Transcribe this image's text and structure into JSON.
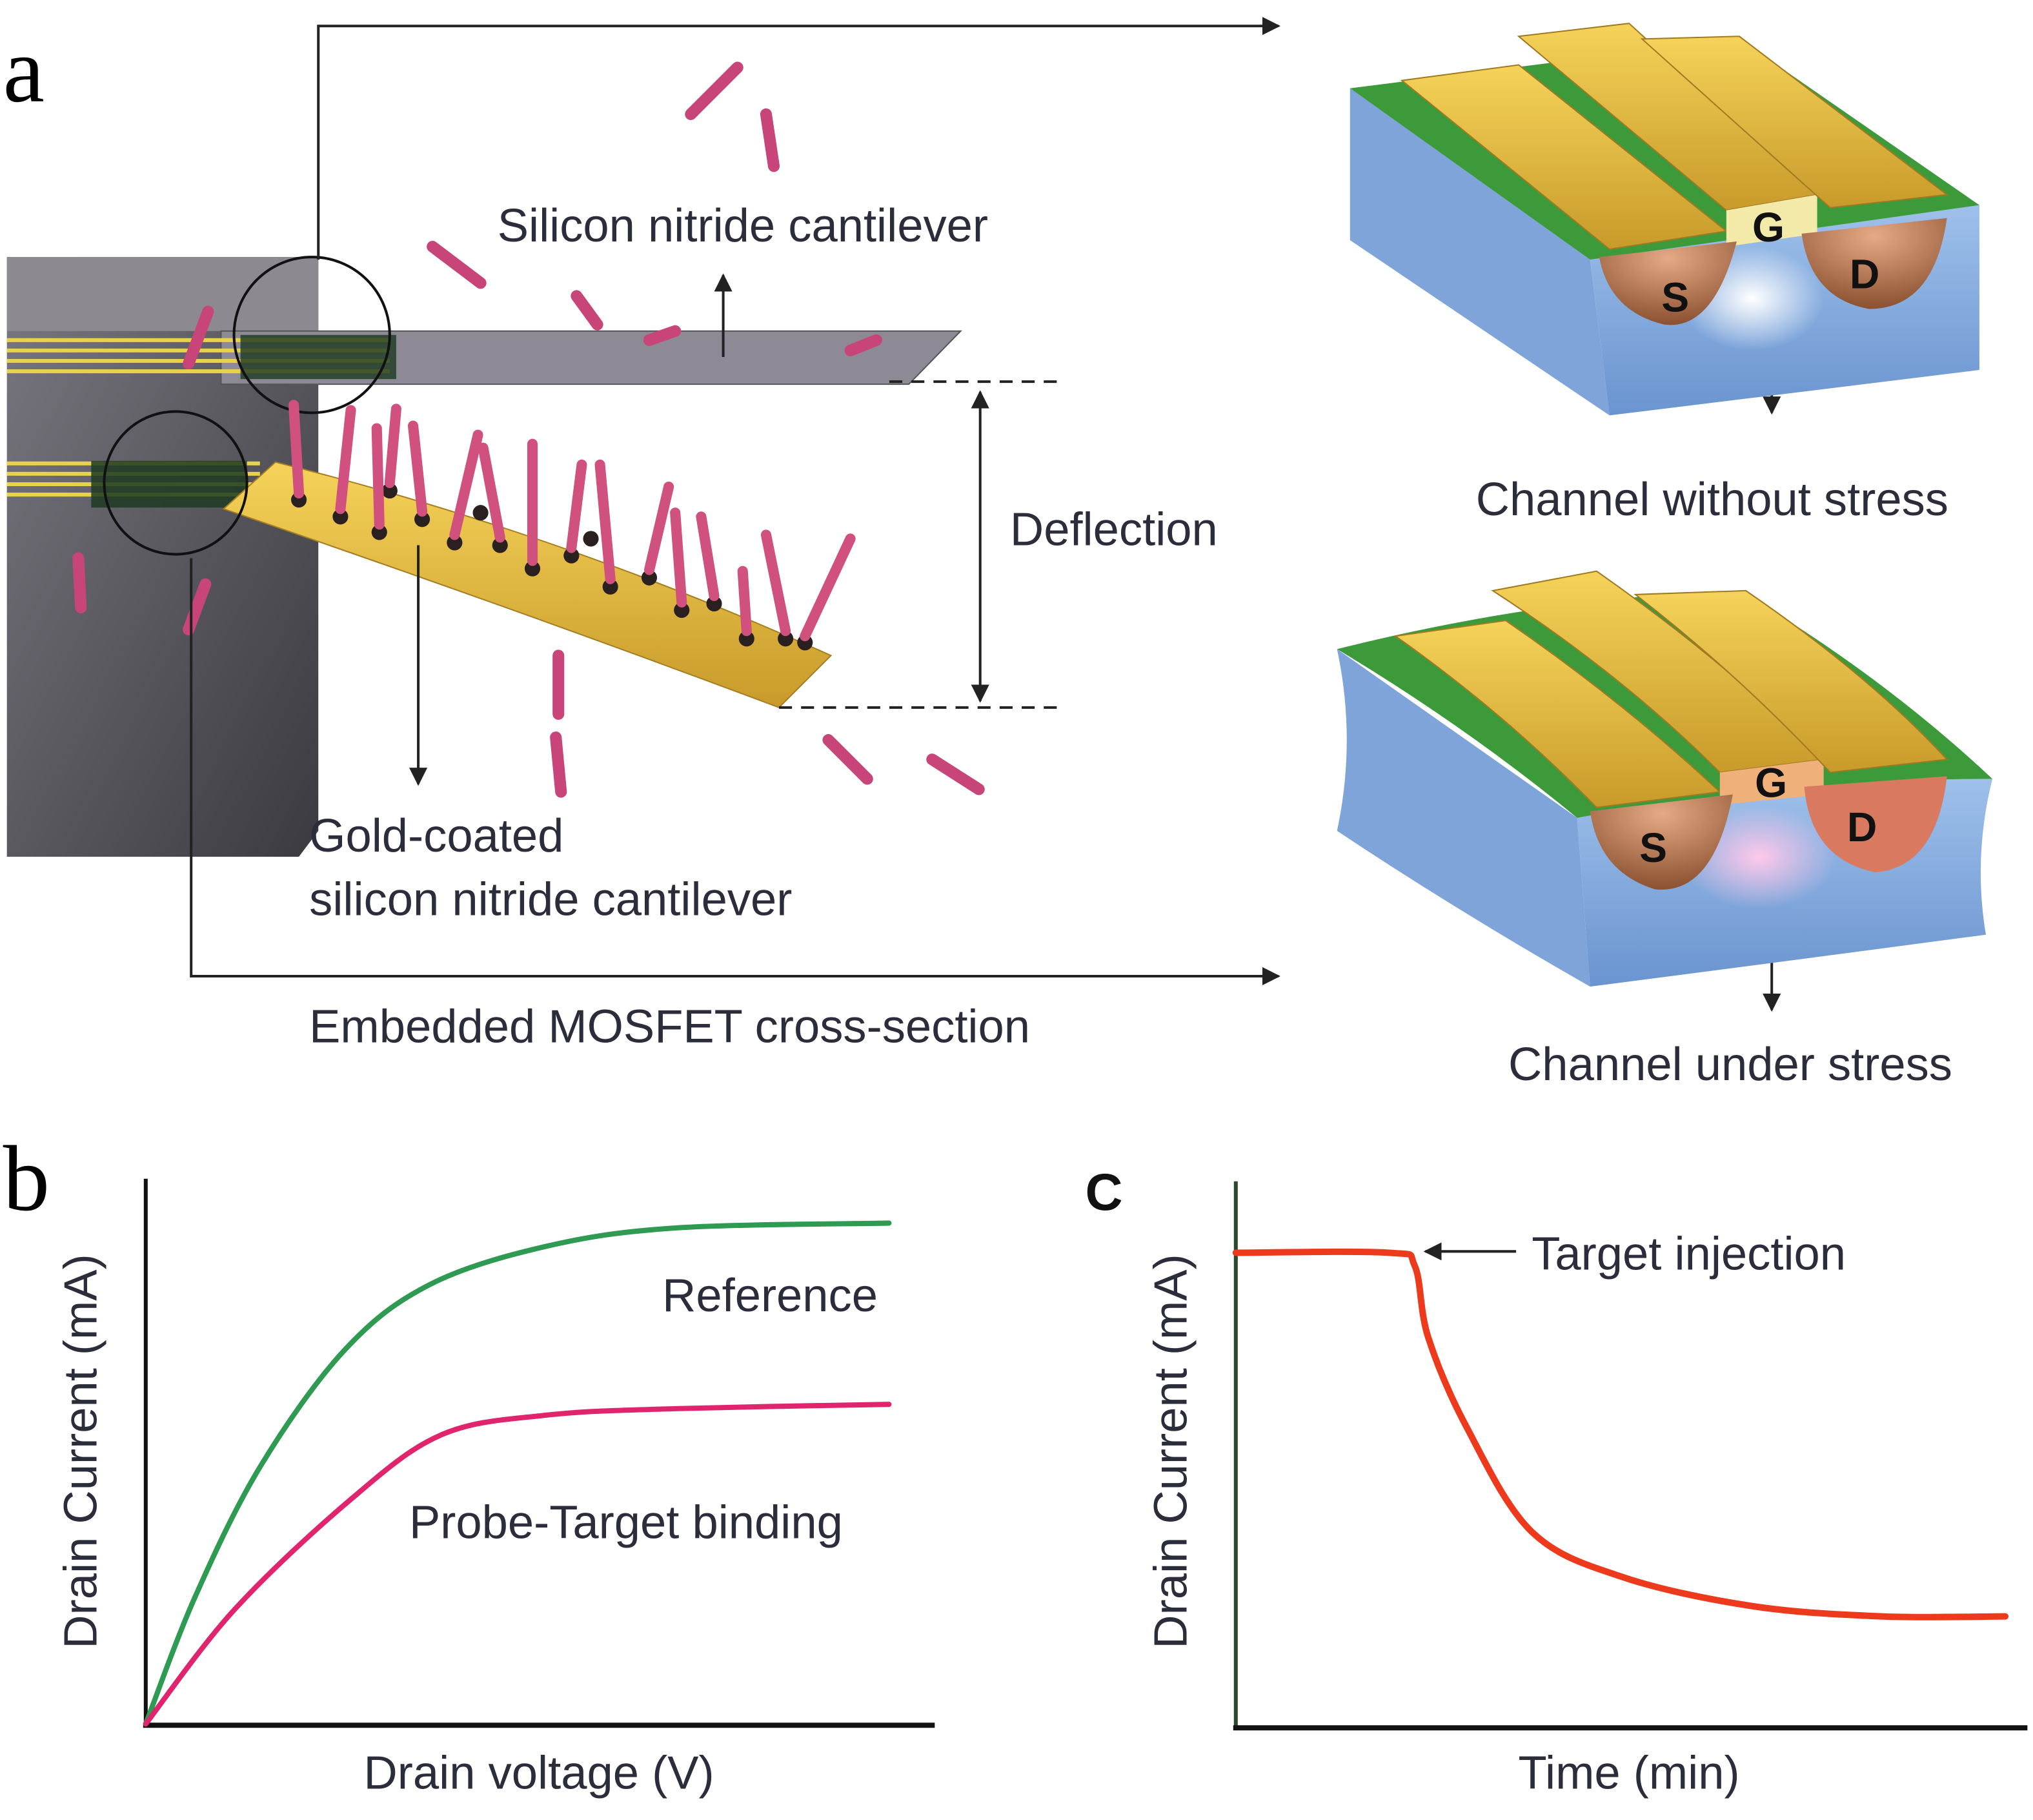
{
  "panel_labels": {
    "a": "a",
    "b": "b",
    "c": "C"
  },
  "panel_a": {
    "cantilever_label": "Silicon nitride cantilever",
    "deflection_label": "Deflection",
    "gold_label_line1": "Gold-coated",
    "gold_label_line2": "silicon nitride cantilever",
    "mosfet_label": "Embedded MOSFET cross-section",
    "channel_no_stress": "Channel without stress",
    "channel_stress": "Channel under stress",
    "terminals": {
      "gate": "G",
      "source": "S",
      "drain": "D"
    }
  },
  "colors": {
    "reference": "#2e9a52",
    "probe_target": "#e0256e",
    "time_curve": "#ee3a1c",
    "molecule": "#c8457a",
    "gold": "#e8b93c",
    "green": "#3d9a3a",
    "substrate": "#7fa6d8"
  },
  "chart_data": [
    {
      "type": "line",
      "panel": "b",
      "title": "",
      "xlabel": "Drain voltage (V)",
      "ylabel": "Drain Current (mA)",
      "xlim": [
        0,
        1
      ],
      "ylim": [
        0,
        1
      ],
      "grid": false,
      "series": [
        {
          "name": "Reference",
          "color": "#2e9a52",
          "x": [
            0,
            0.0625,
            0.145,
            0.252,
            0.359,
            0.507,
            0.671,
            0.942
          ],
          "y": [
            0,
            0.234,
            0.474,
            0.689,
            0.809,
            0.88,
            0.914,
            0.923
          ]
        },
        {
          "name": "Probe-Target binding",
          "color": "#e0256e",
          "x": [
            0,
            0.112,
            0.26,
            0.375,
            0.507,
            0.671,
            0.942
          ],
          "y": [
            0,
            0.21,
            0.414,
            0.533,
            0.569,
            0.581,
            0.589
          ]
        }
      ]
    },
    {
      "type": "line",
      "panel": "c",
      "title": "",
      "xlabel": "Time (min)",
      "ylabel": "Drain Current (mA)",
      "xlim": [
        0,
        1
      ],
      "ylim": [
        0,
        1
      ],
      "grid": false,
      "annotation": "Target injection",
      "series": [
        {
          "name": "Drain current",
          "color": "#ee3a1c",
          "x": [
            0,
            0.193,
            0.226,
            0.243,
            0.292,
            0.374,
            0.489,
            0.652,
            0.816,
            0.972
          ],
          "y": [
            0.869,
            0.869,
            0.845,
            0.714,
            0.548,
            0.357,
            0.274,
            0.221,
            0.202,
            0.202
          ]
        }
      ]
    }
  ]
}
